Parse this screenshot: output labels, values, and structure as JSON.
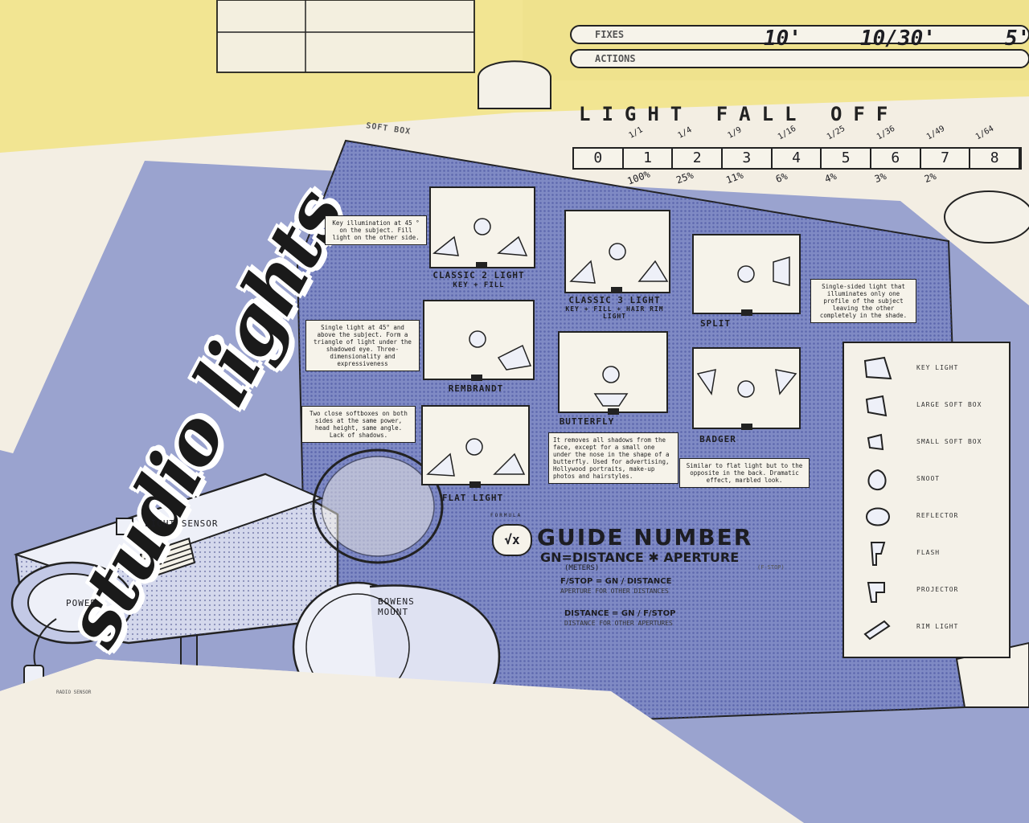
{
  "colors": {
    "background": "#f3eee3",
    "yellow": "#f2e592",
    "blue_panel": "#9aa3cf",
    "softbox": "#7f8ac4",
    "paper": "#f4f1e8",
    "ink": "#1d1d22"
  },
  "title": "studio lights",
  "softbox_label": "SOFT BOX",
  "top_strip": {
    "row_labels": [
      "FIXES",
      "ACTIONS"
    ],
    "values": [
      "10'",
      "10/30'",
      "5'"
    ]
  },
  "light_fall_off": {
    "title": "LIGHT FALL OFF",
    "cells": [
      "0",
      "1",
      "2",
      "3",
      "4",
      "5",
      "6",
      "7",
      "8"
    ],
    "top_labels": [
      "1/1",
      "1/4",
      "1/9",
      "1/16",
      "1/25",
      "1/36",
      "1/49",
      "1/64"
    ],
    "bottom_labels": [
      "100%",
      "25%",
      "11%",
      "6%",
      "4%",
      "3%",
      "2%"
    ]
  },
  "setups": [
    {
      "name": "CLASSIC 2 LIGHT",
      "sub": "KEY + FILL",
      "note": "Key illumination at 45 ° on the subject. Fill light on the other side."
    },
    {
      "name": "CLASSIC 3 LIGHT",
      "sub": "KEY + FILL + HAIR RIM LIGHT",
      "note": ""
    },
    {
      "name": "SPLIT",
      "sub": "",
      "note": "Single-sided light that illuminates only one profile of the subject leaving the other completely in the shade."
    },
    {
      "name": "REMBRANDT",
      "sub": "",
      "note": "Single light at 45° and above the subject. Form a triangle of light under the shadowed eye. Three-dimensionality and expressiveness"
    },
    {
      "name": "BUTTERFLY",
      "sub": "",
      "note": "It removes all shadows from the face, except for a small one under the nose in the shape of a butterfly. Used for advertising, Hollywood portraits, make-up photos and hairstyles."
    },
    {
      "name": "BADGER",
      "sub": "",
      "note": "Similar to flat light but to the opposite in the back. Dramatic effect, marbled look."
    },
    {
      "name": "FLAT LIGHT",
      "sub": "",
      "note": "Two close softboxes on both sides at the same power, head height, same angle. Lack of shadows."
    }
  ],
  "legend": [
    "KEY LIGHT",
    "LARGE SOFT BOX",
    "SMALL SOFT BOX",
    "SNOOT",
    "REFLECTOR",
    "FLASH",
    "PROJECTOR",
    "RIM LIGHT"
  ],
  "guide_number": {
    "formula_label": "FORMULA",
    "symbol": "√x",
    "title": "GUIDE NUMBER",
    "formula": "GN=DISTANCE ✱ APERTURE",
    "units_left": "(METERS)",
    "units_right": "(F-STOP)",
    "line1": "F/STOP = GN / DISTANCE",
    "line1_sub": "APERTURE FOR OTHER DISTANCES",
    "line2": "DISTANCE = GN / F/STOP",
    "line2_sub": "DISTANCE FOR OTHER APERTURES"
  },
  "device": {
    "light_sensor": "LIGHT SENSOR",
    "power": "POWER",
    "bowens": "BOWENS MOUNT",
    "radio": "RADIO SENSOR"
  }
}
